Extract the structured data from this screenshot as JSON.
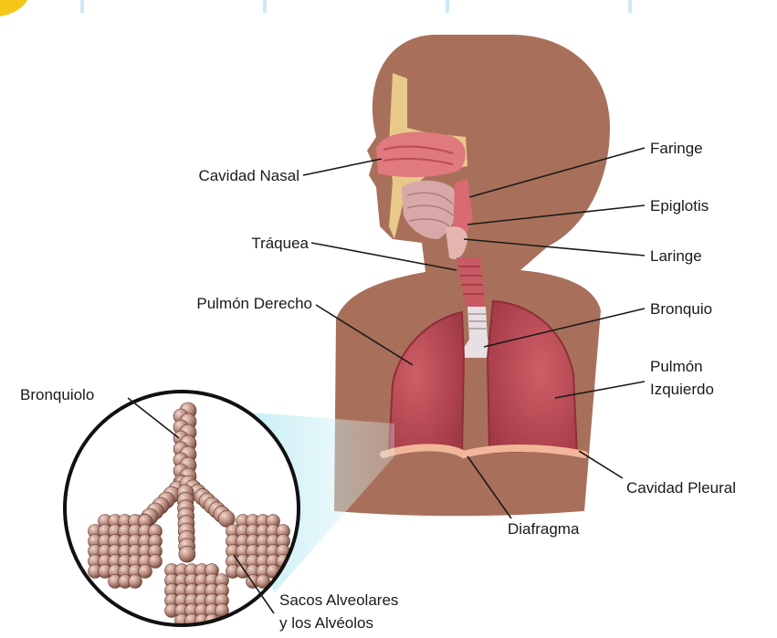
{
  "labels": {
    "cavidad_nasal": "Cavidad Nasal",
    "traquea": "Tráquea",
    "pulmon_derecho": "Pulmón Derecho",
    "bronquiolo": "Bronquiolo",
    "faringe": "Faringe",
    "epiglotis": "Epiglotis",
    "laringe": "Laringe",
    "bronquio": "Bronquio",
    "pulmon_izquierdo_1": "Pulmón",
    "pulmon_izquierdo_2": "Izquierdo",
    "cavidad_pleural": "Cavidad Pleural",
    "diafragma": "Diafragma",
    "sacos_1": "Sacos Alveolares",
    "sacos_2": "y los Alvéolos"
  },
  "colors": {
    "skin": "#a8705a",
    "lung": "#c8525a",
    "lung_dark": "#9e3440",
    "airway": "#d9808a",
    "diaphragm": "#f2b79a",
    "alveoli": "#b98a7c",
    "magnifier": "#a8e4ee",
    "sinus": "#e9c98a"
  }
}
